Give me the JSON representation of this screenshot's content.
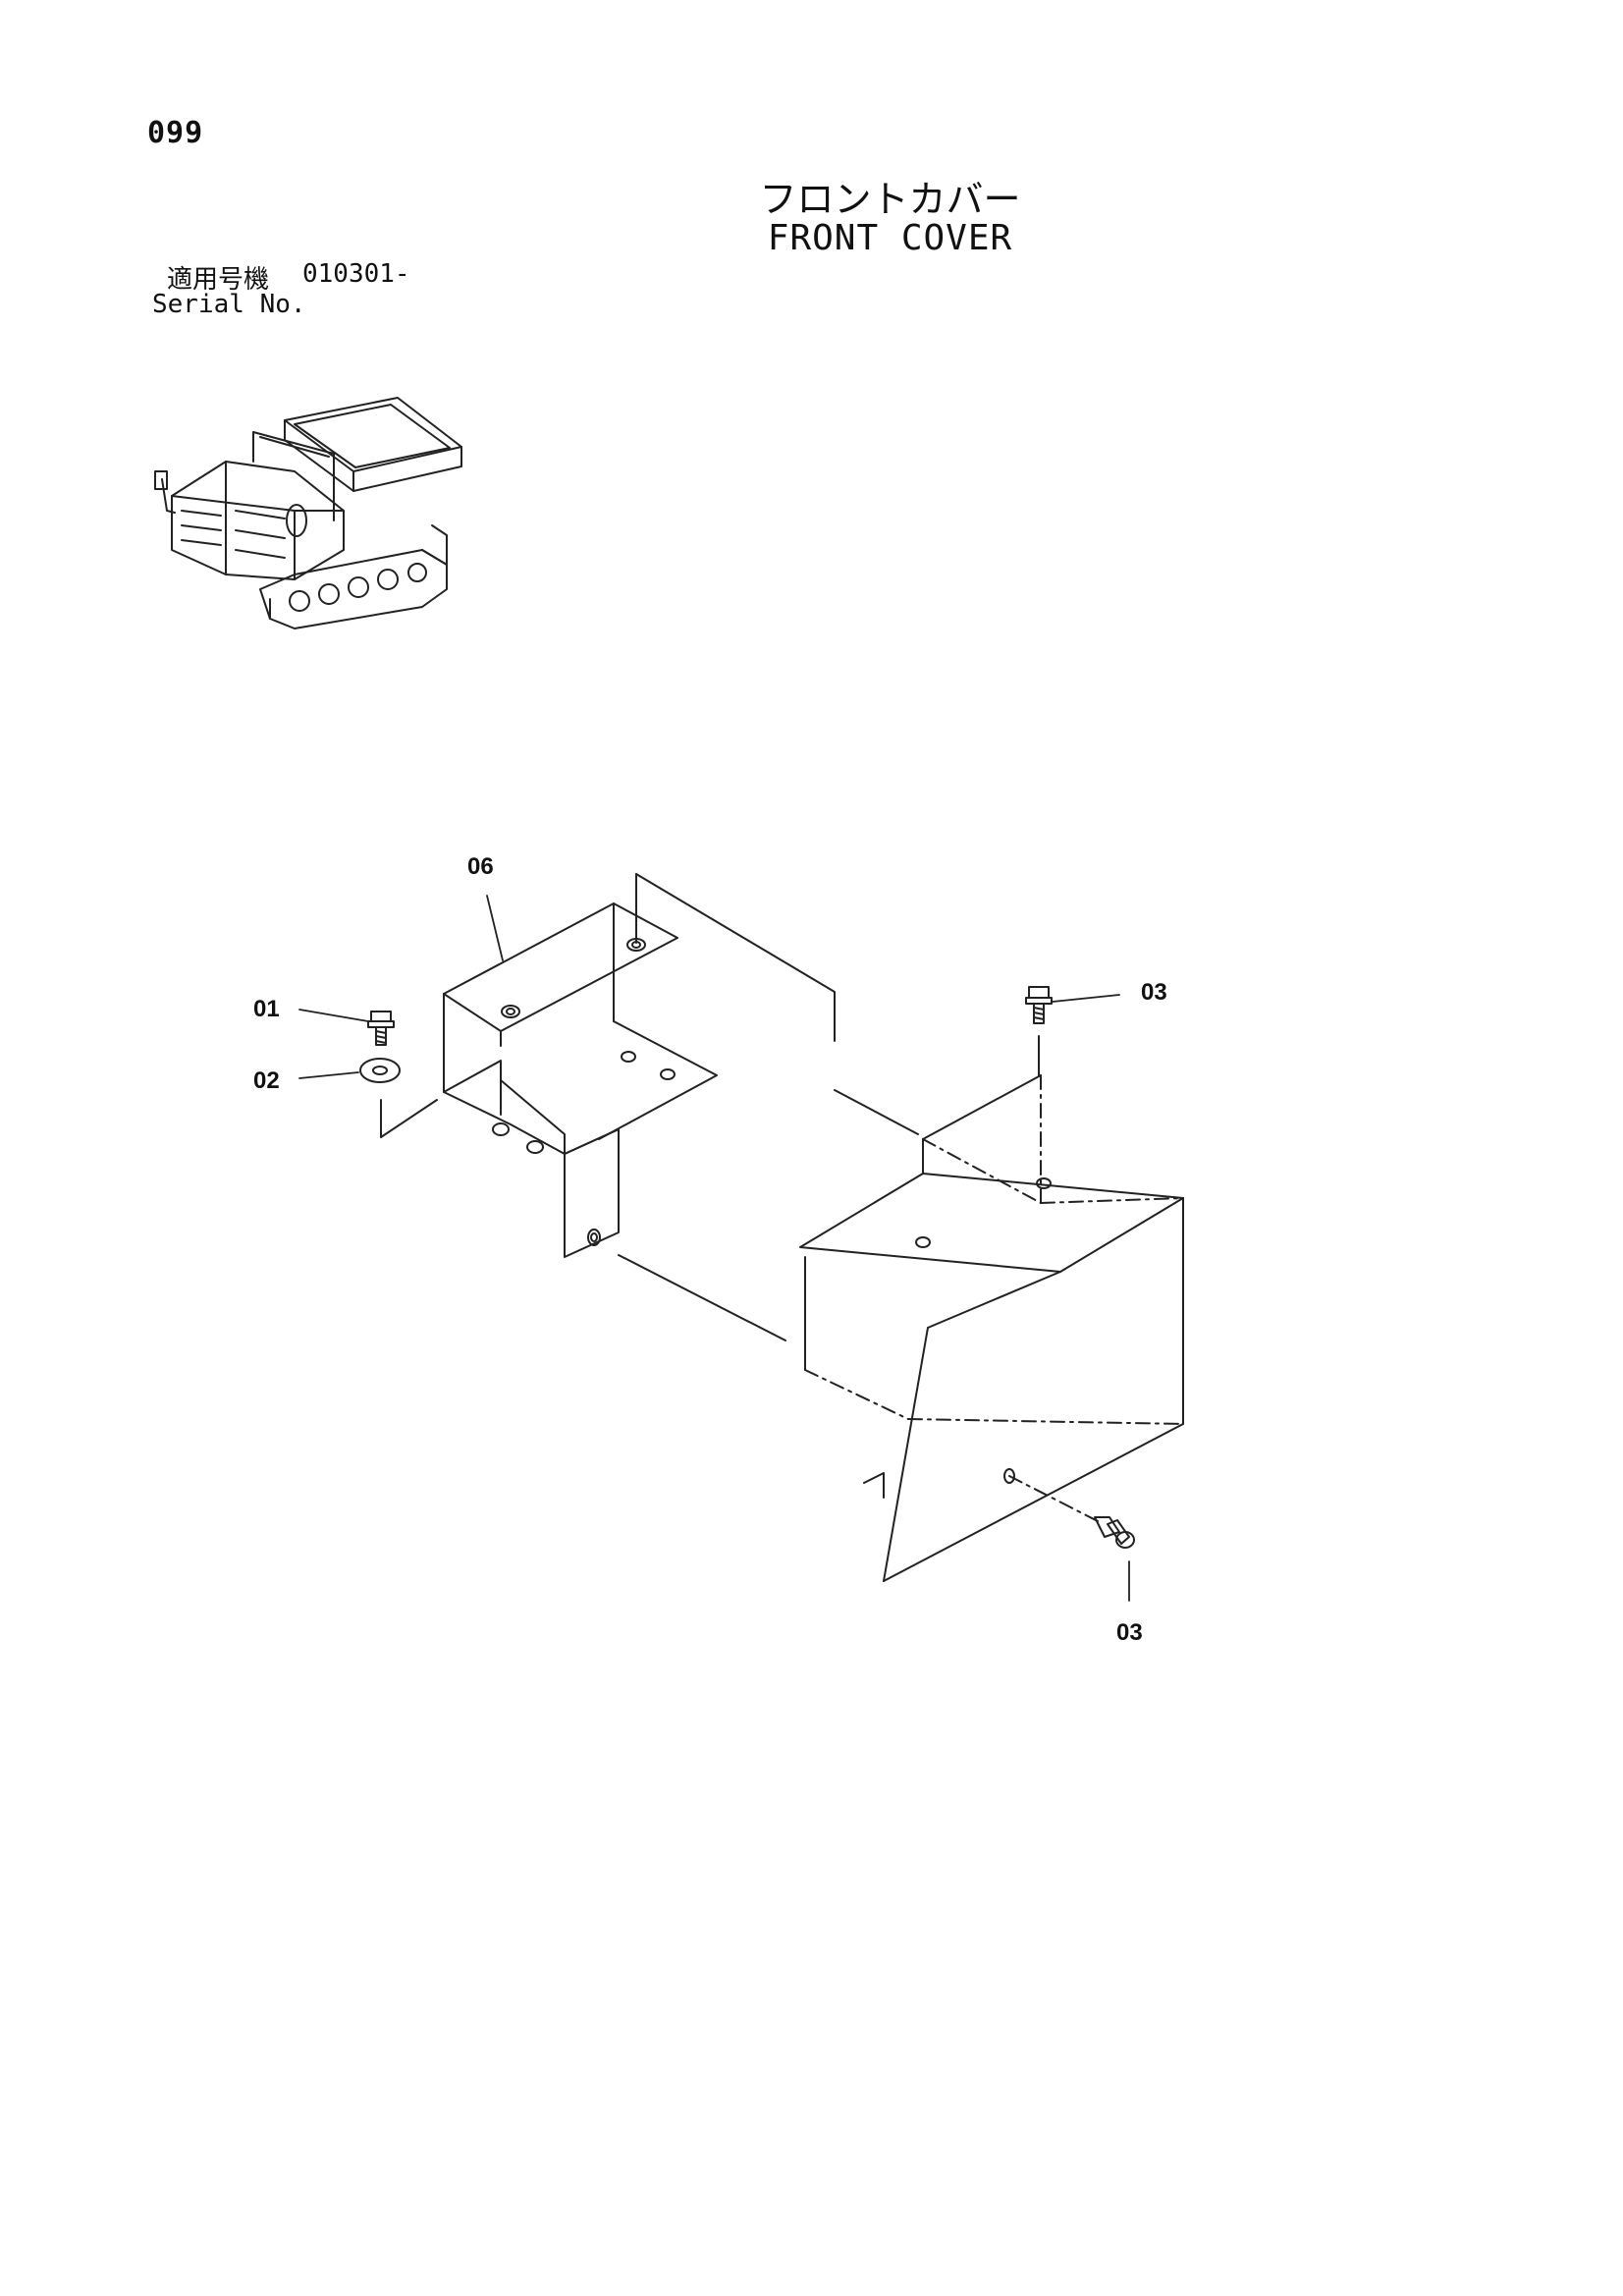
{
  "page": {
    "number": "099"
  },
  "title": {
    "japanese": "フロントカバー",
    "english": "FRONT COVER"
  },
  "serial": {
    "label_jp": "適用号機",
    "value": "010301-",
    "label_en": "Serial No."
  },
  "callouts": {
    "p01": "01",
    "p02": "02",
    "p03_top": "03",
    "p03_bottom": "03",
    "p06": "06"
  }
}
